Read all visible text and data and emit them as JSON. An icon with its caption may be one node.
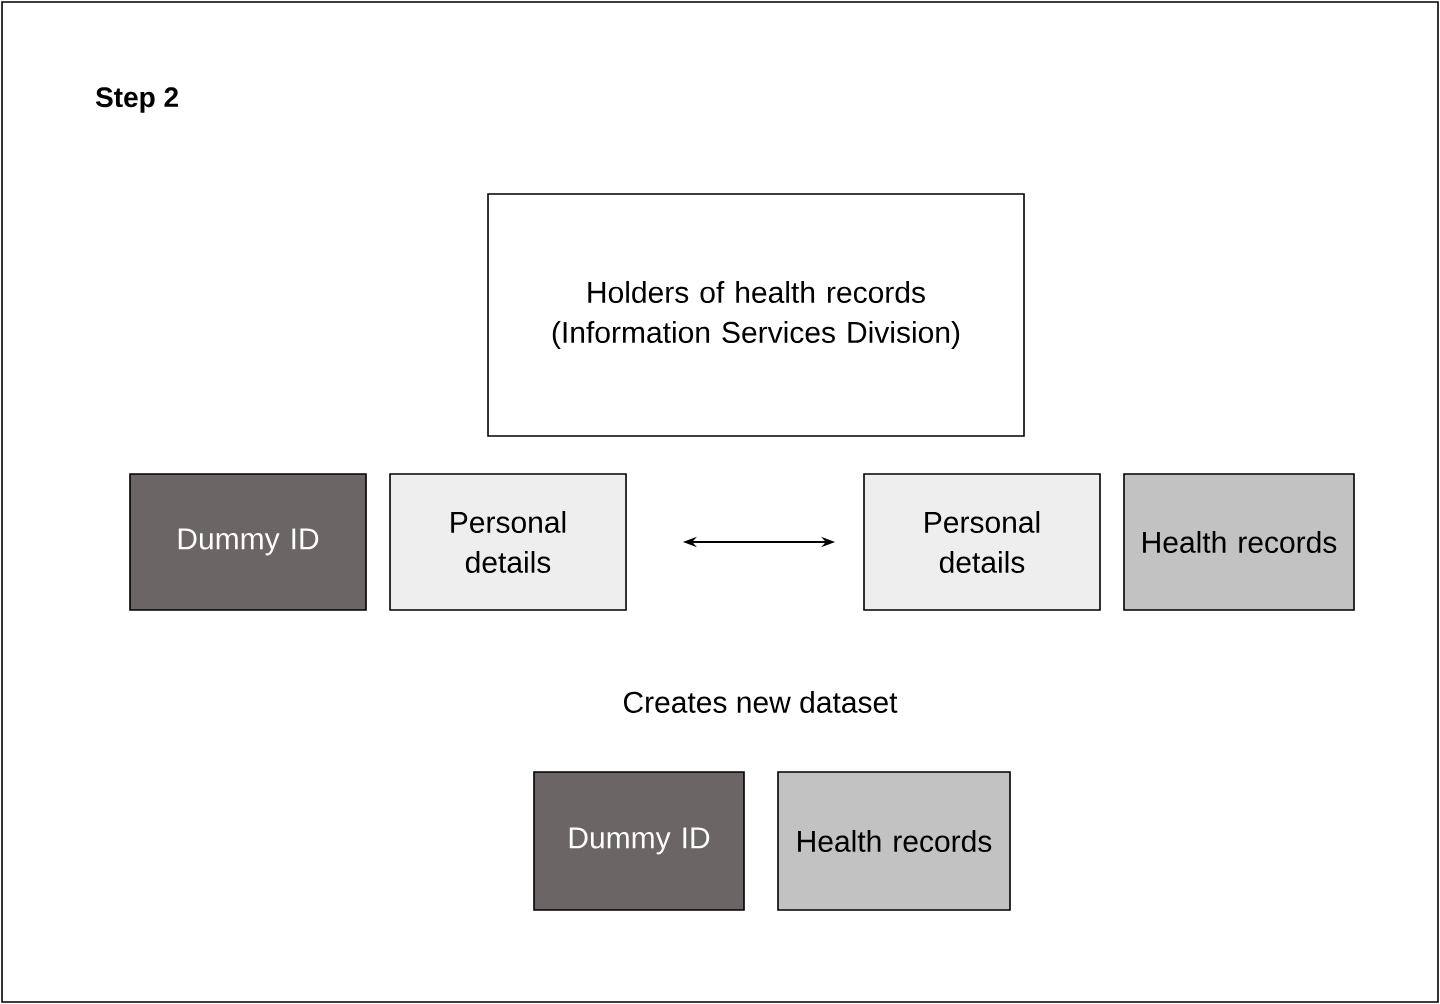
{
  "diagram": {
    "title": "Step 2",
    "nodes": [
      {
        "text": [
          "Holders of health records (Information Services Division)"
        ]
      },
      {
        "text": [
          "Dummy ID"
        ]
      },
      {
        "text": [
          "Personal details"
        ]
      },
      {
        "text": [
          "Personal details"
        ]
      },
      {
        "text": [
          "Health records"
        ]
      },
      {
        "text": [
          "Dummy ID"
        ]
      },
      {
        "text": [
          "Health records"
        ]
      }
    ],
    "edges": [
      {
        "from": 2,
        "to": 3,
        "arrow": "both"
      }
    ],
    "labels": [
      "Creates new dataset"
    ]
  }
}
